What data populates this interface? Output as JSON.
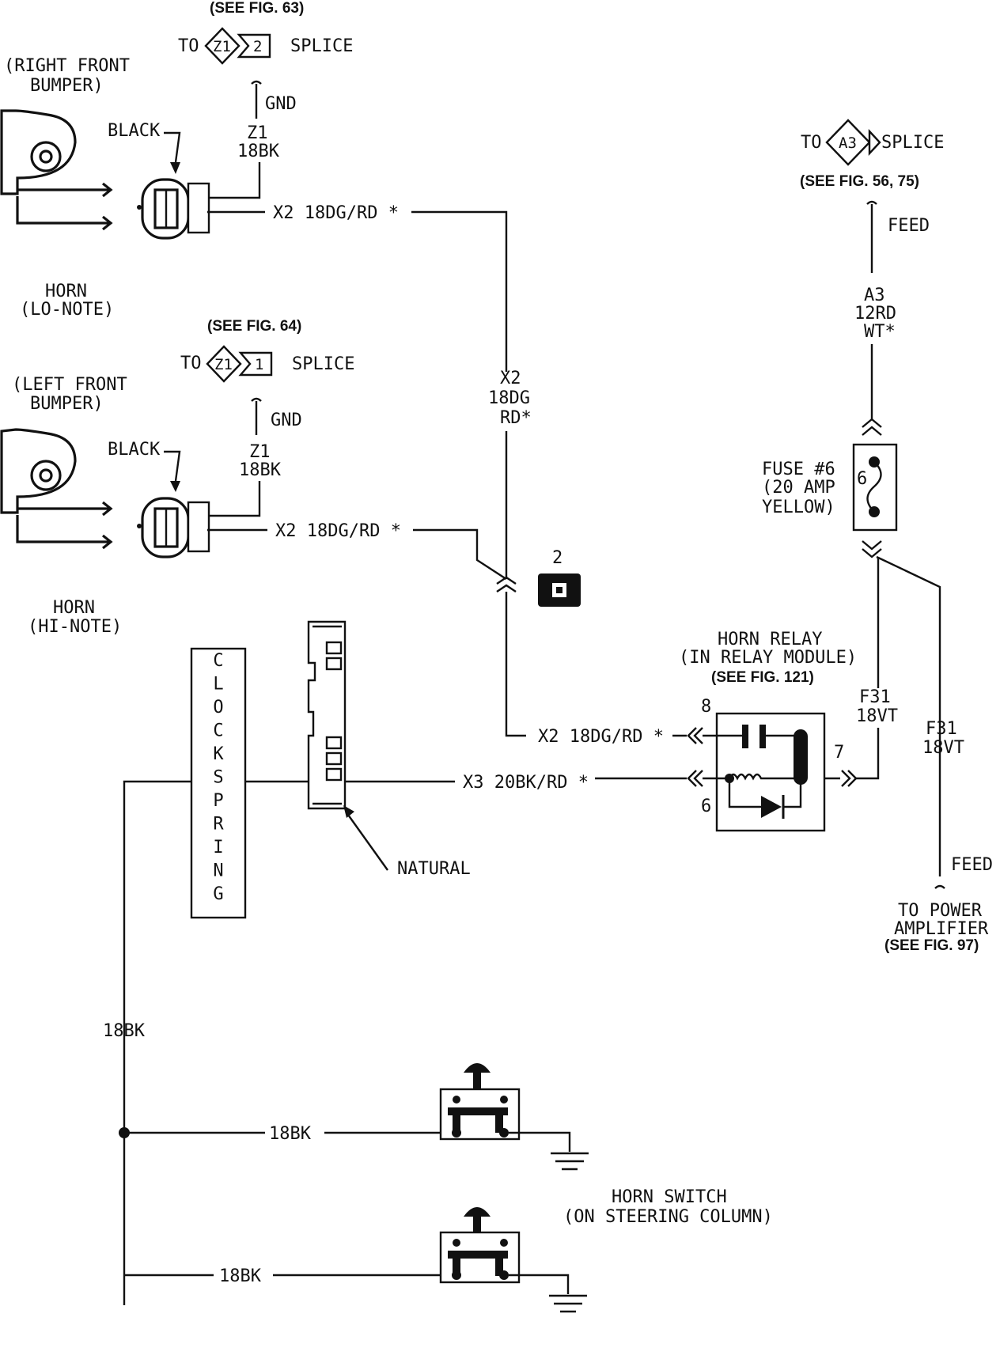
{
  "colors": {
    "ink": "#111111",
    "paper": "#ffffff"
  },
  "horn_lo": {
    "location_line1": "(RIGHT FRONT",
    "location_line2": "BUMPER)",
    "name_line1": "HORN",
    "name_line2": "(LO-NOTE)",
    "connector_color": "BLACK",
    "splice_ref": "(SEE FIG. 63)",
    "splice_to": "TO",
    "splice_id": "Z1",
    "splice_pin": "2",
    "splice_word": "SPLICE",
    "gnd": "GND",
    "ground_wire_line1": "Z1",
    "ground_wire_line2": "18BK",
    "feed_wire": "X2 18DG/RD *"
  },
  "horn_hi": {
    "location_line1": "(LEFT FRONT",
    "location_line2": "BUMPER)",
    "name_line1": "HORN",
    "name_line2": "(HI-NOTE)",
    "connector_color": "BLACK",
    "splice_ref": "(SEE FIG. 64)",
    "splice_to": "TO",
    "splice_id": "Z1",
    "splice_pin": "1",
    "splice_word": "SPLICE",
    "gnd": "GND",
    "ground_wire_line1": "Z1",
    "ground_wire_line2": "18BK",
    "feed_wire": "X2 18DG/RD *"
  },
  "x2_vertical": {
    "line1": "X2",
    "line2": "18DG",
    "line3": "RD*"
  },
  "connector_2": "2",
  "clockspring": [
    "C",
    "L",
    "O",
    "C",
    "K",
    "S",
    "P",
    "R",
    "I",
    "N",
    "G"
  ],
  "natural": "NATURAL",
  "a3_splice": {
    "to": "TO",
    "id": "A3",
    "word": "SPLICE",
    "ref": "(SEE FIG. 56, 75)",
    "feed": "FEED",
    "wire_line1": "A3",
    "wire_line2": "12RD",
    "wire_line3": "WT*"
  },
  "fuse": {
    "line1": "FUSE #6",
    "line2": "(20 AMP",
    "line3": "YELLOW)",
    "cavity": "6"
  },
  "relay": {
    "line1": "HORN RELAY",
    "line2": "(IN RELAY MODULE)",
    "ref": "(SEE FIG. 121)",
    "pin8": "8",
    "pin7": "7",
    "pin6": "6",
    "x2_wire": "X2 18DG/RD *",
    "x3_wire": "X3 20BK/RD *"
  },
  "f31_relay": {
    "line1": "F31",
    "line2": "18VT"
  },
  "f31_amp": {
    "line1": "F31",
    "line2": "18VT"
  },
  "amp_feed": {
    "feed": "FEED",
    "line1": "TO POWER",
    "line2": "AMPLIFIER",
    "ref": "(SEE FIG. 97)"
  },
  "switch": {
    "wire_vertical": "18BK",
    "wire_upper": "18BK",
    "wire_lower": "18BK",
    "name_line1": "HORN SWITCH",
    "name_line2": "(ON STEERING COLUMN)"
  }
}
